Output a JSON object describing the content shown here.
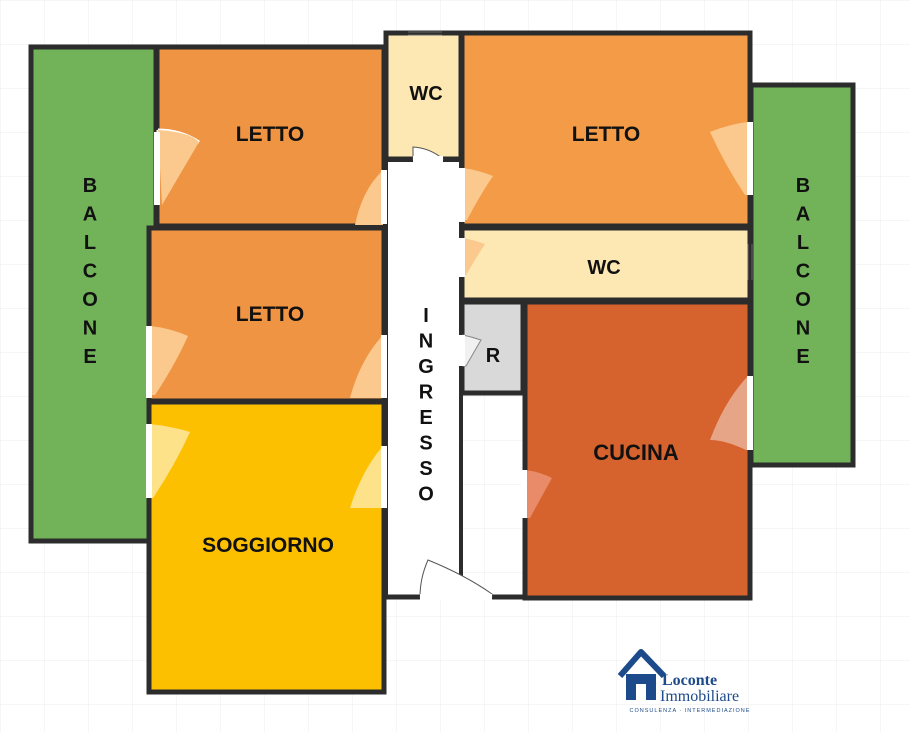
{
  "rooms": {
    "balcone_left": "BALCONE",
    "letto_top_left": "LETTO",
    "letto_mid_left": "LETTO",
    "soggiorno": "SOGGIORNO",
    "wc_top": "WC",
    "letto_top_right": "LETTO",
    "wc_mid": "WC",
    "ripostiglio": "R",
    "cucina": "CUCINA",
    "ingresso": "INGRESSO",
    "balcone_right": "BALCONE"
  },
  "logo": {
    "name_line1": "Loconte",
    "name_line2": "Immobiliare",
    "tagline": "CONSULENZA · INTERMEDIAZIONE"
  },
  "colors": {
    "balcone": "#72b35a",
    "letto": "#ee9443",
    "letto_right": "#f39b47",
    "soggiorno": "#fdc000",
    "wc": "#fde7b3",
    "cucina": "#d6622e",
    "ripostiglio": "#d9d9d9",
    "ingresso": "#ffffff",
    "wall": "#2c2c2c",
    "logo_blue": "#1c4a8a"
  }
}
